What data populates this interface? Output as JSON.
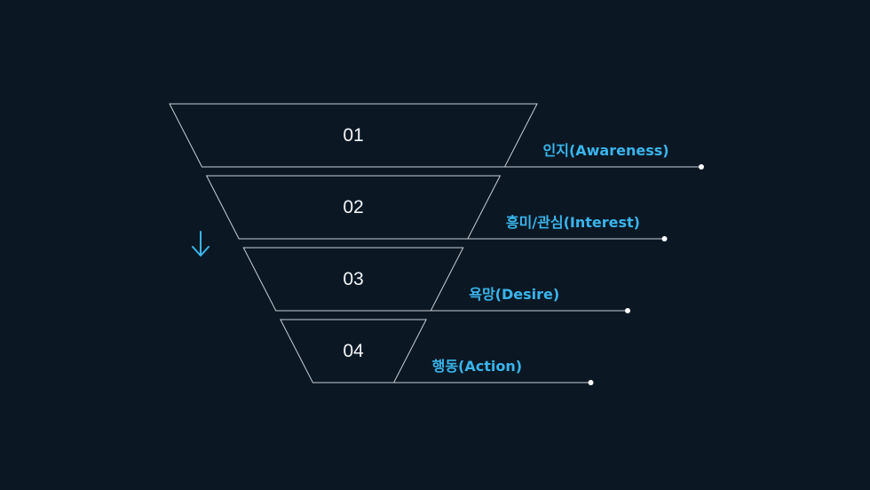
{
  "colors": {
    "background": "#0b1824",
    "stroke": "#c9ced4",
    "accent": "#3ab4ec",
    "number": "#f2f5f8"
  },
  "funnel": {
    "direction_icon": "arrow-down-icon",
    "stages": [
      {
        "number": "01",
        "label": "인지(Awareness)"
      },
      {
        "number": "02",
        "label": "흥미/관심(Interest)"
      },
      {
        "number": "03",
        "label": "욕망(Desire)"
      },
      {
        "number": "04",
        "label": "행동(Action)"
      }
    ]
  }
}
